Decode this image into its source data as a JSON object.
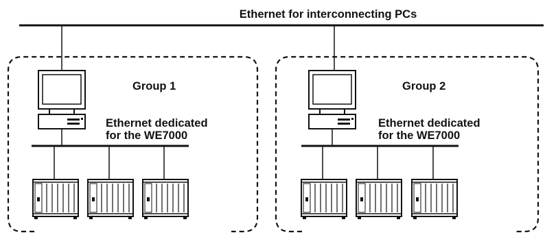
{
  "diagram": {
    "main_network_label": "Ethernet for interconnecting PCs",
    "groups": [
      {
        "title": "Group 1",
        "network_label_line1": "Ethernet dedicated",
        "network_label_line2": "for the WE7000"
      },
      {
        "title": "Group 2",
        "network_label_line1": "Ethernet dedicated",
        "network_label_line2": "for the WE7000"
      }
    ],
    "colors": {
      "line": "#111111",
      "background": "#ffffff"
    }
  }
}
